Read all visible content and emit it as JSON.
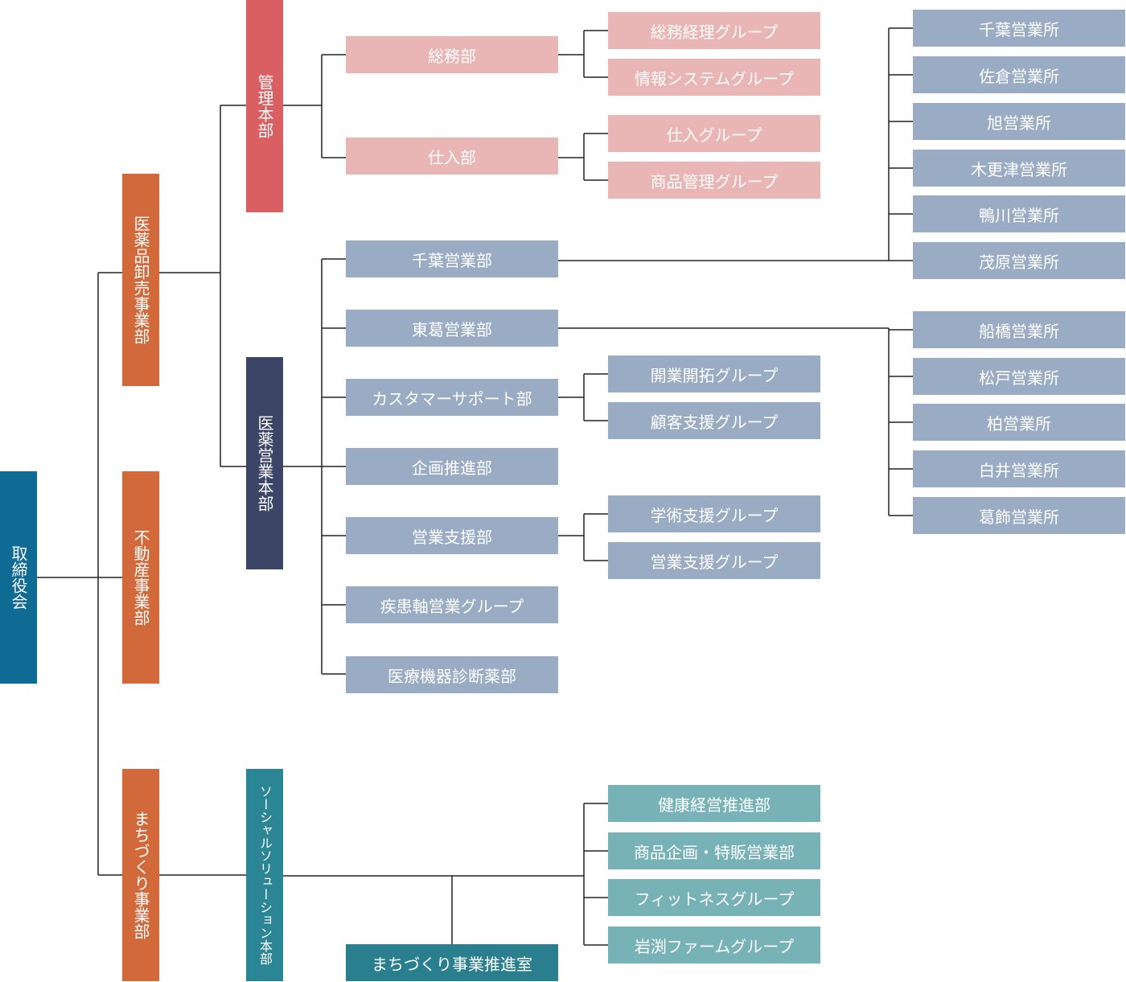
{
  "colors": {
    "board": "#0f6a94",
    "division": "#d2693b",
    "kanri": "#d95f62",
    "eigyo": "#3c4566",
    "social": "#2a8594",
    "pink": "#e9b5b5",
    "blue": "#9aabc4",
    "teal": "#77b2b7",
    "promo": "#2a7f8e",
    "line": "#222222"
  },
  "nodes": {
    "board": "取締役会",
    "div_wholesale": "医薬品卸売事業部",
    "div_realestate": "不動産事業部",
    "div_town": "まちづくり事業部",
    "hq_kanri": "管理本部",
    "hq_eigyo": "医薬営業本部",
    "hq_social": "ソーシャルソリューション本部",
    "dept_somu": "総務部",
    "dept_shiire": "仕入部",
    "grp_somu_keiri": "総務経理グループ",
    "grp_joho": "情報システムグループ",
    "grp_shiire": "仕入グループ",
    "grp_shohin_kanri": "商品管理グループ",
    "dept_chiba": "千葉営業部",
    "dept_tokatsu": "東葛営業部",
    "dept_cs": "カスタマーサポート部",
    "dept_kikaku": "企画推進部",
    "dept_shien": "営業支援部",
    "grp_shikkan": "疾患軸営業グループ",
    "dept_iryo": "医療機器診断薬部",
    "grp_kaigyo": "開業開拓グループ",
    "grp_kokyaku": "顧客支援グループ",
    "grp_gakujutsu": "学術支援グループ",
    "grp_eigyo_shien": "営業支援グループ",
    "office_chiba": "千葉営業所",
    "office_sakura": "佐倉営業所",
    "office_asahi": "旭営業所",
    "office_kisarazu": "木更津営業所",
    "office_kamogawa": "鴨川営業所",
    "office_mobara": "茂原営業所",
    "office_funabashi": "船橋営業所",
    "office_matsudo": "松戸営業所",
    "office_kashiwa": "柏営業所",
    "office_shiroi": "白井営業所",
    "office_katsushika": "葛飾営業所",
    "dept_kenko": "健康経営推進部",
    "dept_shohin_kikaku": "商品企画・特販営業部",
    "grp_fitness": "フィットネスグループ",
    "grp_iwabuchi": "岩渕ファームグループ",
    "room_town": "まちづくり事業推進室"
  }
}
